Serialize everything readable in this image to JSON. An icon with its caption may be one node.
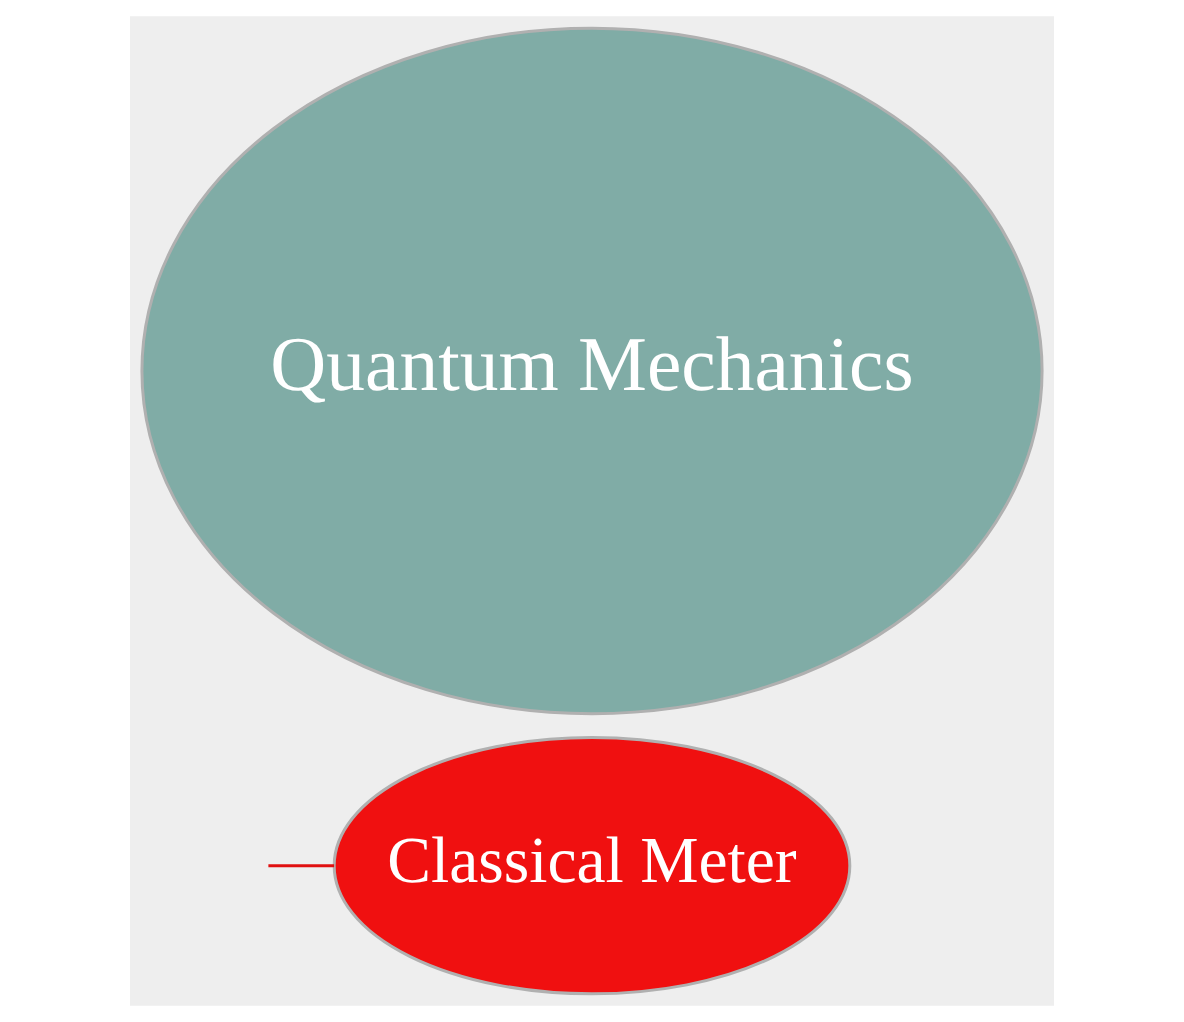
{
  "diagram": {
    "nodes": [
      {
        "text": [
          "Quantum Mechanics"
        ]
      },
      {
        "text": [
          "Classical Meter"
        ]
      }
    ],
    "edges": [
      {
        "from": null,
        "to": 1,
        "arrow": "none",
        "color": "#e01010"
      }
    ]
  }
}
